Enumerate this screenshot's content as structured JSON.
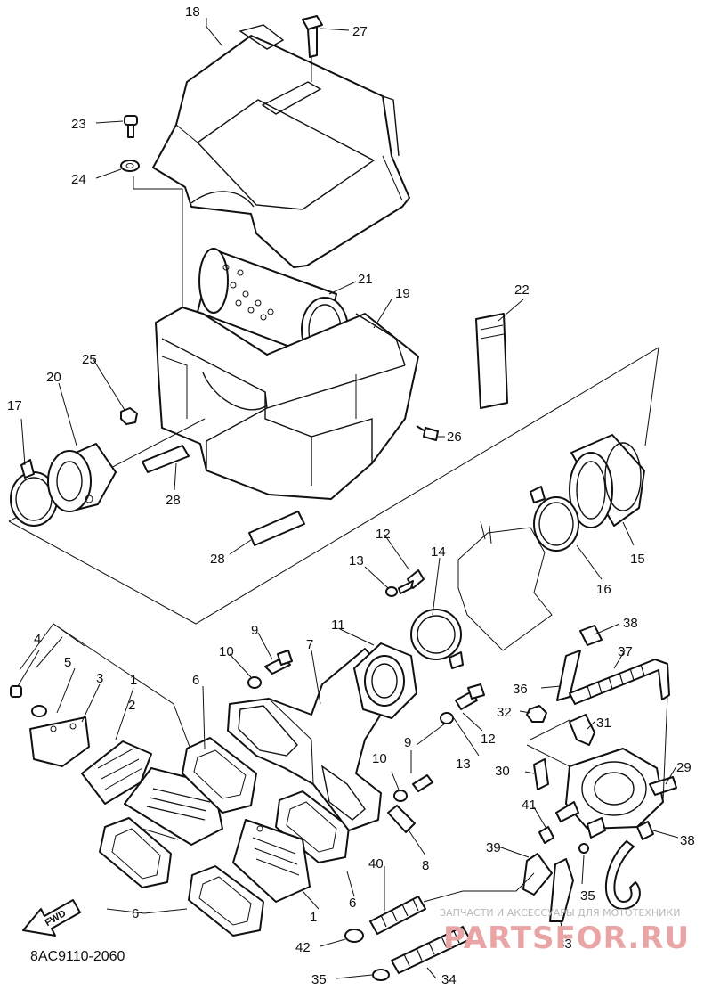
{
  "diagram_code": "8AC9110-2060",
  "fwd_label": "FWD",
  "watermark": {
    "line1": "ЗАПЧАСТИ И АКСЕССУАРЫ ДЛЯ МОТОТЕХНИКИ",
    "line2": "PARTSFOR.RU"
  },
  "callouts": {
    "c1a": "1",
    "c1b": "1",
    "c2": "2",
    "c3": "3",
    "c4": "4",
    "c5": "5",
    "c6a": "6",
    "c6b": "6",
    "c6c": "6",
    "c7": "7",
    "c8": "8",
    "c9a": "9",
    "c9b": "9",
    "c10a": "10",
    "c10b": "10",
    "c11": "11",
    "c12a": "12",
    "c12b": "12",
    "c13a": "13",
    "c13b": "13",
    "c14": "14",
    "c15": "15",
    "c16": "16",
    "c17": "17",
    "c18": "18",
    "c19": "19",
    "c20": "20",
    "c21": "21",
    "c22": "22",
    "c23": "23",
    "c24": "24",
    "c25": "25",
    "c26": "26",
    "c27": "27",
    "c28a": "28",
    "c28b": "28",
    "c29": "29",
    "c30": "30",
    "c31": "31",
    "c32": "32",
    "c33": "33",
    "c34": "34",
    "c35a": "35",
    "c35b": "35",
    "c36": "36",
    "c37": "37",
    "c38a": "38",
    "c38b": "38",
    "c39": "39",
    "c40": "40",
    "c41": "41",
    "c42": "42"
  }
}
